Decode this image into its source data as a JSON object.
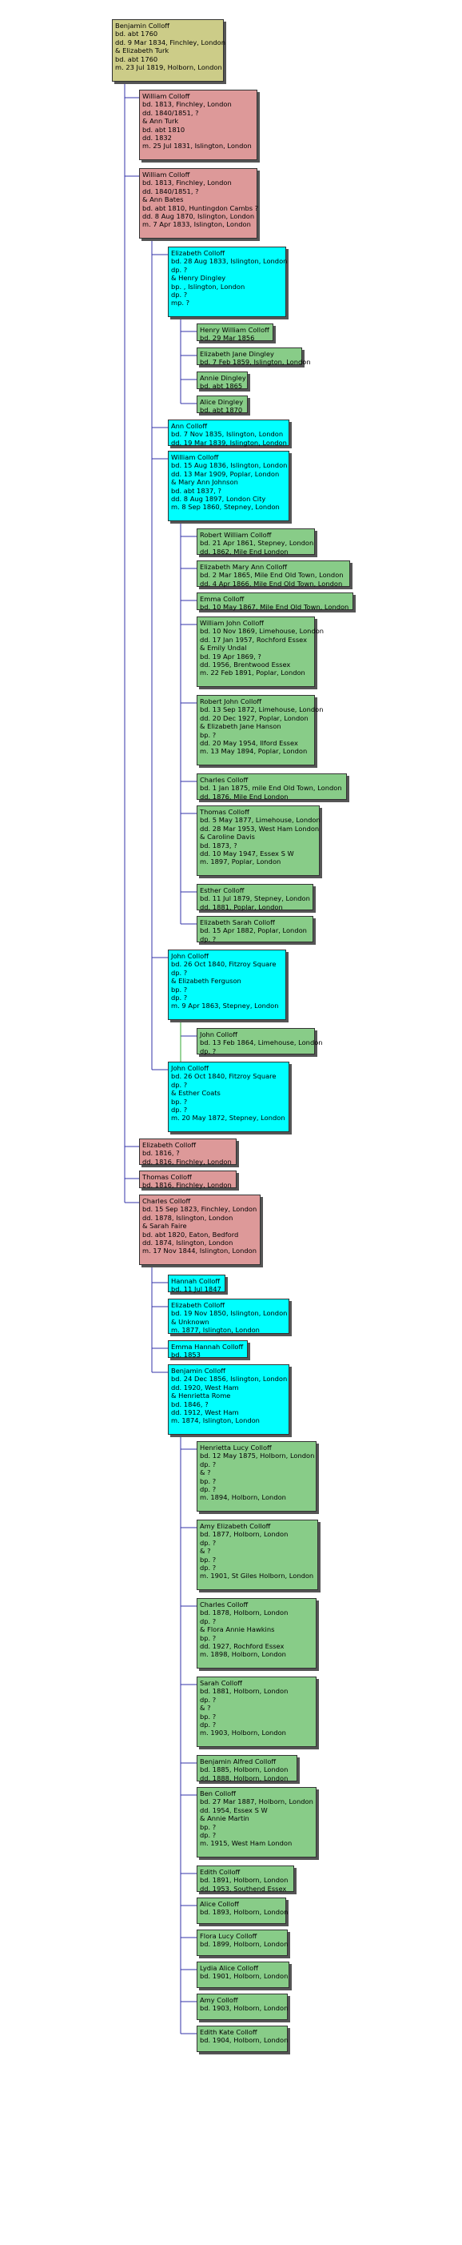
{
  "colors": {
    "root": "#cccc88",
    "gen1": "#dd9999",
    "gen2": "#00ffff",
    "gen3": "#88cc88",
    "link": "#3333aa",
    "link_marriage": "#33aa33"
  },
  "people": [
    {
      "id": "p0",
      "level": 0,
      "cls": "root",
      "lines": [
        "Benjamin Colloff",
        "bd. abt 1760",
        "dd. 9 Mar 1834, Finchley, London",
        "& Elizabeth Turk",
        "bd. abt 1760",
        "m. 23 Jul 1819, Holborn, London"
      ]
    },
    {
      "id": "p1",
      "level": 1,
      "cls": "gen1",
      "lines": [
        "William Colloff",
        "bd. 1813, Finchley, London",
        "dd. 1840/1851, ?",
        "& Ann Turk",
        "bd. abt 1810",
        "dd. 1832",
        "m. 25 Jul 1831, Islington, London"
      ]
    },
    {
      "id": "p2",
      "level": 1,
      "cls": "gen1",
      "lines": [
        "William Colloff",
        "bd. 1813, Finchley, London",
        "dd. 1840/1851, ?",
        "& Ann Bates",
        "bd. abt 1810, Huntingdon  Cambs ?",
        "dd. 8 Aug 1870, Islington, London",
        "m. 7 Apr 1833, Islington, London"
      ]
    },
    {
      "id": "p3",
      "level": 2,
      "cls": "gen2",
      "lines": [
        "Elizabeth Colloff",
        "bd. 28 Aug 1833, Islington, London",
        "dp. ?",
        "& Henry Dingley",
        "bp. , Islington, London",
        "dp. ?",
        "mp. ?"
      ]
    },
    {
      "id": "p4",
      "level": 3,
      "cls": "gen3",
      "lines": [
        "Henry William Colloff",
        "bd. 29 Mar 1856"
      ]
    },
    {
      "id": "p5",
      "level": 3,
      "cls": "gen3",
      "lines": [
        "Elizabeth Jane Dingley",
        "bd. 7 Feb 1859, Islington, London"
      ]
    },
    {
      "id": "p6",
      "level": 3,
      "cls": "gen3",
      "lines": [
        "Annie Dingley",
        "bd. abt 1865"
      ]
    },
    {
      "id": "p7",
      "level": 3,
      "cls": "gen3",
      "lines": [
        "Alice Dingley",
        "bd. abt 1870"
      ]
    },
    {
      "id": "p8",
      "level": 2,
      "cls": "gen2",
      "lines": [
        "Ann Colloff",
        "bd. 7 Nov 1835, Islington, London",
        "dd. 19 Mar 1839, Islington, London"
      ]
    },
    {
      "id": "p9",
      "level": 2,
      "cls": "gen2",
      "lines": [
        "William Colloff",
        "bd. 15 Aug 1836, Islington, London",
        "dd. 13 Mar 1909, Poplar, London",
        "& Mary Ann Johnson",
        "bd. abt 1837, ?",
        "dd. 8 Aug 1897, London City",
        "m. 8 Sep 1860, Stepney, London"
      ]
    },
    {
      "id": "p10",
      "level": 3,
      "cls": "gen3",
      "lines": [
        "Robert William Colloff",
        "bd. 21 Apr 1861, Stepney, London",
        "dd. 1862, Mile End  London"
      ]
    },
    {
      "id": "p11",
      "level": 3,
      "cls": "gen3",
      "lines": [
        "Elizabeth Mary Ann Colloff",
        "bd. 2 Mar 1865, Mile End Old Town, London",
        "dd. 4 Apr 1866, Mile End Old Town, London"
      ]
    },
    {
      "id": "p12",
      "level": 3,
      "cls": "gen3",
      "lines": [
        "Emma Colloff",
        "bd. 10 May 1867, Mile End Old Town, London"
      ]
    },
    {
      "id": "p13",
      "level": 3,
      "cls": "gen3",
      "lines": [
        "William John Colloff",
        "bd. 10 Nov 1869, Limehouse, London",
        "dd. 17 Jan 1957, Rochford Essex",
        "& Emily Undal",
        "bd. 19 Apr 1869, ?",
        "dd. 1956, Brentwood Essex",
        "m. 22 Feb 1891, Poplar, London"
      ]
    },
    {
      "id": "p14",
      "level": 3,
      "cls": "gen3",
      "lines": [
        "Robert John Colloff",
        "bd. 13 Sep 1872, Limehouse, London",
        "dd. 20 Dec 1927, Poplar, London",
        "& Elizabeth Jane Hanson",
        "bp. ?",
        "dd. 20 May 1954, Ilford Essex",
        "m. 13 May 1894, Poplar, London"
      ]
    },
    {
      "id": "p15",
      "level": 3,
      "cls": "gen3",
      "lines": [
        "Charles Colloff",
        "bd. 1 Jan 1875, mile End Old Town, London",
        "dd. 1876, Mile End  London"
      ]
    },
    {
      "id": "p16",
      "level": 3,
      "cls": "gen3",
      "lines": [
        "Thomas Colloff",
        "bd. 5 May 1877, Limehouse, London",
        "dd. 28 Mar 1953, West Ham London",
        "& Caroline Davis",
        "bd. 1873, ?",
        "dd. 10 May 1947, Essex S W",
        "m. 1897, Poplar, London"
      ]
    },
    {
      "id": "p17",
      "level": 3,
      "cls": "gen3",
      "lines": [
        "Esther Colloff",
        "bd. 11 Jul 1879, Stepney, London",
        "dd. 1881, Poplar, London"
      ]
    },
    {
      "id": "p18",
      "level": 3,
      "cls": "gen3",
      "lines": [
        "Elizabeth Sarah Colloff",
        "bd. 15 Apr 1882, Poplar, London",
        "dp. ?"
      ]
    },
    {
      "id": "p19",
      "level": 2,
      "cls": "gen2",
      "lines": [
        "John Colloff",
        "bd. 26 Oct 1840, Fitzroy Square",
        "dp. ?",
        "& Elizabeth Ferguson",
        "bp. ?",
        "dp. ?",
        "m. 9 Apr 1863, Stepney, London"
      ]
    },
    {
      "id": "p20",
      "level": 3,
      "cls": "gen3",
      "lines": [
        "John Colloff",
        "bd. 13 Feb 1864, Limehouse, London",
        "dp. ?"
      ]
    },
    {
      "id": "p21",
      "level": 2,
      "cls": "gen2",
      "lines": [
        "John Colloff",
        "bd. 26 Oct 1840, Fitzroy Square",
        "dp. ?",
        "& Esther Coats",
        "bp. ?",
        "dp. ?",
        "m. 20 May 1872, Stepney, London"
      ]
    },
    {
      "id": "p22",
      "level": 1,
      "cls": "gen1",
      "lines": [
        "Elizabeth Colloff",
        "bd. 1816, ?",
        "dd. 1816, Finchley, London"
      ]
    },
    {
      "id": "p23",
      "level": 1,
      "cls": "gen1",
      "lines": [
        "Thomas Colloff",
        "bd. 1816, Finchley, London"
      ]
    },
    {
      "id": "p24",
      "level": 1,
      "cls": "gen1",
      "lines": [
        "Charles Colloff",
        "bd. 15 Sep 1823, Finchley, London",
        "dd. 1878, Islington, London",
        "& Sarah Faire",
        "bd. abt 1820, Eaton, Bedford",
        "dd. 1874, Islington, London",
        "m. 17 Nov 1844, Islington, London"
      ]
    },
    {
      "id": "p25",
      "level": 2,
      "cls": "gen2",
      "lines": [
        "Hannah Colloff",
        "bd. 11 Jul 1847"
      ]
    },
    {
      "id": "p26",
      "level": 2,
      "cls": "gen2",
      "lines": [
        "Elizabeth Colloff",
        "bd. 19 Nov 1850, Islington, London",
        "& Unknown",
        "m. 1877, Islington, London"
      ]
    },
    {
      "id": "p27",
      "level": 2,
      "cls": "gen2",
      "lines": [
        "Emma Hannah Colloff",
        "bd. 1853"
      ]
    },
    {
      "id": "p28",
      "level": 2,
      "cls": "gen2",
      "lines": [
        "Benjamin Colloff",
        "bd. 24 Dec 1856, Islington, London",
        "dd. 1920, West Ham",
        "& Henrietta Rome",
        "bd. 1846, ?",
        "dd. 1912, West Ham",
        "m. 1874, Islington, London"
      ]
    },
    {
      "id": "p29",
      "level": 3,
      "cls": "gen3",
      "lines": [
        "Henrietta Lucy Colloff",
        "bd. 12 May 1875, Holborn, London",
        "dp. ?",
        "& ?",
        "bp. ?",
        "dp. ?",
        "m. 1894, Holborn, London"
      ]
    },
    {
      "id": "p30",
      "level": 3,
      "cls": "gen3",
      "lines": [
        "Amy Elizabeth Colloff",
        "bd. 1877, Holborn, London",
        "dp. ?",
        "& ?",
        "bp. ?",
        "dp. ?",
        "m. 1901, St Giles Holborn, London"
      ]
    },
    {
      "id": "p31",
      "level": 3,
      "cls": "gen3",
      "lines": [
        "Charles Colloff",
        "bd. 1878, Holborn, London",
        "dp. ?",
        "& Flora Annie Hawkins",
        "bp. ?",
        "dd. 1927, Rochford Essex",
        "m. 1898, Holborn, London"
      ]
    },
    {
      "id": "p32",
      "level": 3,
      "cls": "gen3",
      "lines": [
        "Sarah Colloff",
        "bd. 1881, Holborn, London",
        "dp. ?",
        "& ?",
        "bp. ?",
        "dp. ?",
        "m. 1903, Holborn, London"
      ]
    },
    {
      "id": "p33",
      "level": 3,
      "cls": "gen3",
      "lines": [
        "Benjamin Alfred Colloff",
        "bd. 1885, Holborn, London",
        "dd. 1888, Holborn, London"
      ]
    },
    {
      "id": "p34",
      "level": 3,
      "cls": "gen3",
      "lines": [
        "Ben Colloff",
        "bd. 27 Mar 1887, Holborn, London",
        "dd. 1954, Essex S W",
        "& Annie Martin",
        "bp. ?",
        "dp. ?",
        "m. 1915, West Ham London"
      ]
    },
    {
      "id": "p35",
      "level": 3,
      "cls": "gen3",
      "lines": [
        "Edith Colloff",
        "bd. 1891, Holborn, London",
        "dd. 1953, Southend Essex"
      ]
    },
    {
      "id": "p36",
      "level": 3,
      "cls": "gen3",
      "lines": [
        "Alice Colloff",
        "bd. 1893, Holborn, London"
      ]
    },
    {
      "id": "p37",
      "level": 3,
      "cls": "gen3",
      "lines": [
        "Flora Lucy Colloff",
        "bd. 1899, Holborn, London"
      ]
    },
    {
      "id": "p38",
      "level": 3,
      "cls": "gen3",
      "lines": [
        "Lydia Alice Colloff",
        "bd. 1901, Holborn, London"
      ]
    },
    {
      "id": "p39",
      "level": 3,
      "cls": "gen3",
      "lines": [
        "Amy Colloff",
        "bd. 1903, Holborn, London"
      ]
    },
    {
      "id": "p40",
      "level": 3,
      "cls": "gen3",
      "lines": [
        "Edith Kate Colloff",
        "bd. 1904, Holborn, London"
      ]
    }
  ],
  "links": [
    {
      "from": "p0",
      "to": [
        "p1",
        "p2",
        "p22",
        "p23",
        "p24"
      ]
    },
    {
      "from": "p2",
      "to": [
        "p3",
        "p8",
        "p9",
        "p19",
        "p21",
        "p22"
      ],
      "via_only": true
    },
    {
      "from": "p3",
      "to": [
        "p4",
        "p5",
        "p6",
        "p7"
      ]
    },
    {
      "from": "p9",
      "to": [
        "p10",
        "p11",
        "p12",
        "p13",
        "p14",
        "p15",
        "p16",
        "p17",
        "p18"
      ]
    },
    {
      "from": "p19",
      "to": [
        "p20"
      ]
    },
    {
      "from": "p24",
      "to": [
        "p25",
        "p26",
        "p27",
        "p28"
      ]
    },
    {
      "from": "p28",
      "to": [
        "p29",
        "p30",
        "p31",
        "p32",
        "p33",
        "p34",
        "p35",
        "p36",
        "p37",
        "p38",
        "p39",
        "p40"
      ]
    }
  ]
}
